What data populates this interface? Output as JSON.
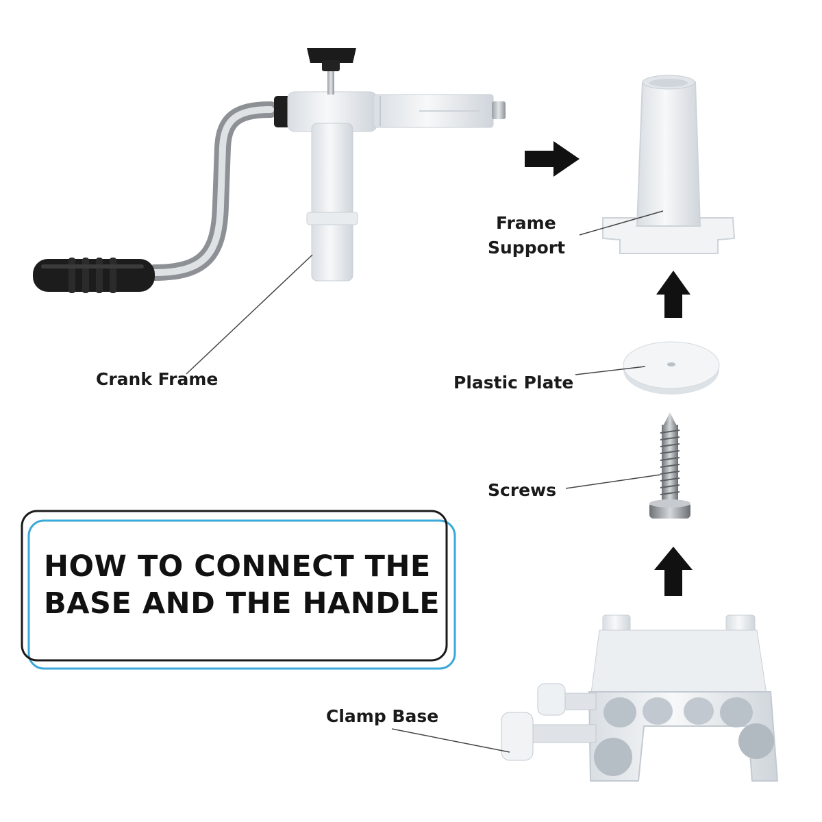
{
  "labels": {
    "crank_frame": "Crank Frame",
    "frame_support_line1": "Frame",
    "frame_support_line2": "Support",
    "plastic_plate": "Plastic Plate",
    "screws": "Screws",
    "clamp_base": "Clamp Base"
  },
  "title": {
    "line1": "HOW TO CONNECT THE",
    "line2": "BASE AND THE HANDLE"
  },
  "colors": {
    "frame_outline": "#1a1a1a",
    "frame_accent": "#3aa8d8",
    "part_white": "#eef1f4",
    "arrow": "#111111"
  }
}
